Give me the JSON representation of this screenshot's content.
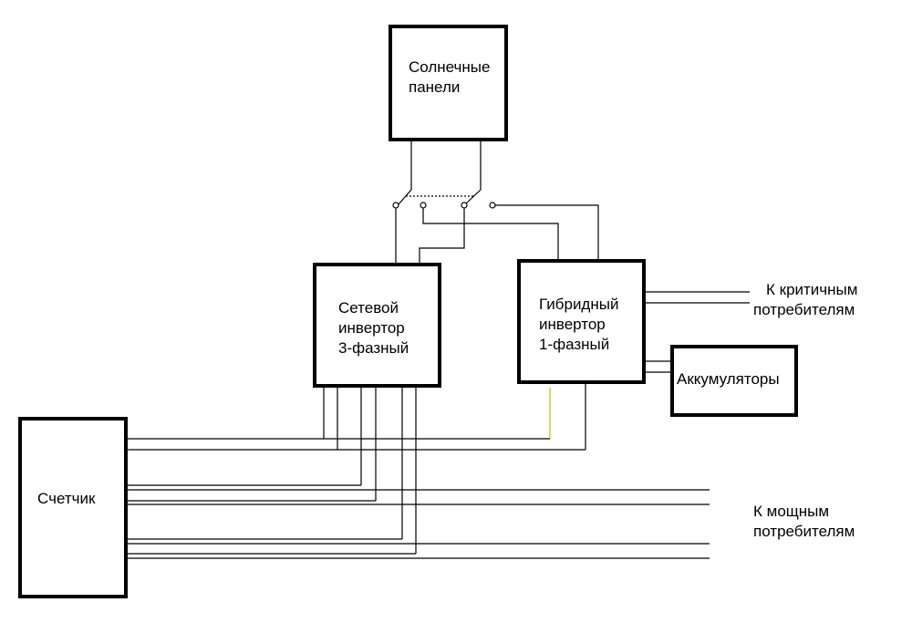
{
  "blocks": {
    "solar_panels": {
      "line1": "Солнечные",
      "line2": "панели"
    },
    "grid_inverter": {
      "line1": "Сетевой",
      "line2": "инвертор",
      "line3": "3-фазный"
    },
    "hybrid_inverter": {
      "line1": "Гибридный",
      "line2": "инвертор",
      "line3": "1-фазный"
    },
    "batteries": {
      "label": "Аккумуляторы"
    },
    "meter": {
      "label": "Счетчик"
    }
  },
  "outputs": {
    "critical_loads": {
      "line1": "К критичным",
      "line2": "потребителям"
    },
    "power_loads": {
      "line1": "К мощным",
      "line2": "потребителям"
    }
  },
  "colors": {
    "line": "#000000",
    "neutral_wire": "#b5c400"
  }
}
